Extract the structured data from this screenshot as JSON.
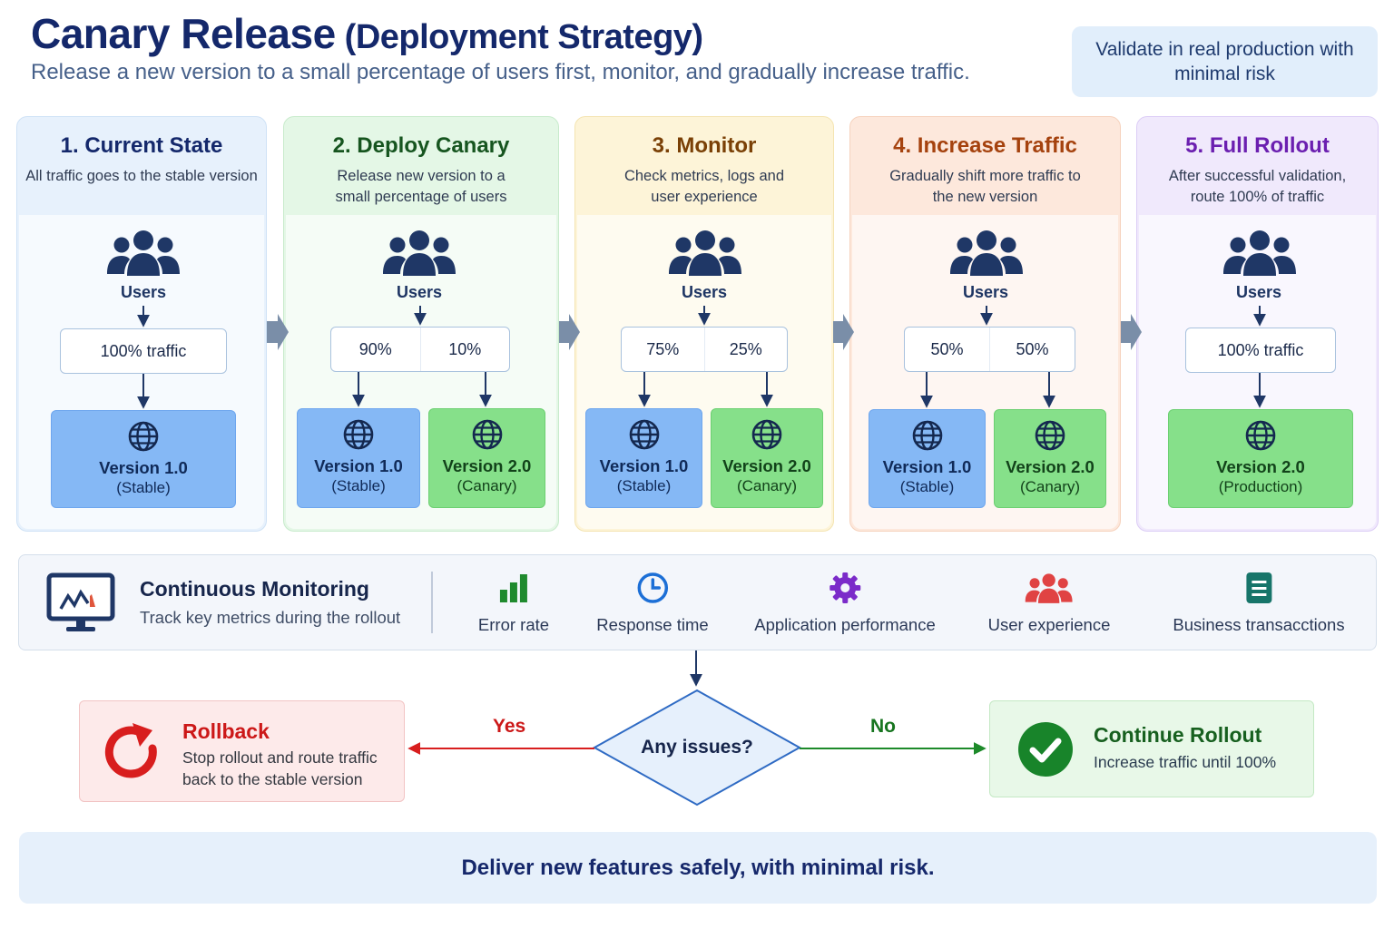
{
  "header": {
    "title": "Canary Release",
    "title_sub": "(Deployment Strategy)",
    "subtitle": "Release a new version to a small percentage of users first, monitor, and gradually increase traffic.",
    "callout": "Validate in real production with minimal risk"
  },
  "stages": [
    {
      "title": "1. Current State",
      "desc": "All traffic goes to the stable version",
      "users_label": "Users",
      "traffic": [
        "100% traffic"
      ],
      "versions": [
        {
          "name": "Version 1.0",
          "tag": "(Stable)",
          "color": "#85b8f5"
        }
      ]
    },
    {
      "title": "2. Deploy Canary",
      "desc": "Release new version to a small percentage of users",
      "users_label": "Users",
      "traffic": [
        "90%",
        "10%"
      ],
      "versions": [
        {
          "name": "Version 1.0",
          "tag": "(Stable)",
          "color": "#85b8f5"
        },
        {
          "name": "Version 2.0",
          "tag": "(Canary)",
          "color": "#86e08a"
        }
      ]
    },
    {
      "title": "3. Monitor",
      "desc": "Check metrics, logs and user experience",
      "users_label": "Users",
      "traffic": [
        "75%",
        "25%"
      ],
      "versions": [
        {
          "name": "Version 1.0",
          "tag": "(Stable)",
          "color": "#85b8f5"
        },
        {
          "name": "Version 2.0",
          "tag": "(Canary)",
          "color": "#86e08a"
        }
      ]
    },
    {
      "title": "4. Increase Traffic",
      "desc": "Gradually shift more traffic to the new version",
      "users_label": "Users",
      "traffic": [
        "50%",
        "50%"
      ],
      "versions": [
        {
          "name": "Version 1.0",
          "tag": "(Stable)",
          "color": "#85b8f5"
        },
        {
          "name": "Version 2.0",
          "tag": "(Canary)",
          "color": "#86e08a"
        }
      ]
    },
    {
      "title": "5. Full Rollout",
      "desc": "After successful validation, route 100% of traffic",
      "users_label": "Users",
      "traffic": [
        "100% traffic"
      ],
      "versions": [
        {
          "name": "Version 2.0",
          "tag": "(Production)",
          "color": "#86e08a"
        }
      ]
    }
  ],
  "monitoring": {
    "title": "Continuous Monitoring",
    "subtitle": "Track key metrics during the rollout",
    "metrics": [
      {
        "label": "Error rate",
        "icon": "bar-chart-icon",
        "color": "#1f8a2e"
      },
      {
        "label": "Response time",
        "icon": "clock-icon",
        "color": "#1c6fd6"
      },
      {
        "label": "Application performance",
        "icon": "gear-icon",
        "color": "#7b2bc9"
      },
      {
        "label": "User experience",
        "icon": "users-icon",
        "color": "#e04343"
      },
      {
        "label": "Business transacctions",
        "icon": "document-icon",
        "color": "#17756a"
      }
    ]
  },
  "decision": {
    "question": "Any issues?",
    "yes_label": "Yes",
    "no_label": "No"
  },
  "rollback": {
    "title": "Rollback",
    "text": "Stop rollout and route traffic back to the stable version"
  },
  "continue": {
    "title": "Continue Rollout",
    "text": "Increase traffic until 100%"
  },
  "footer": "Deliver new features safely, with minimal risk."
}
